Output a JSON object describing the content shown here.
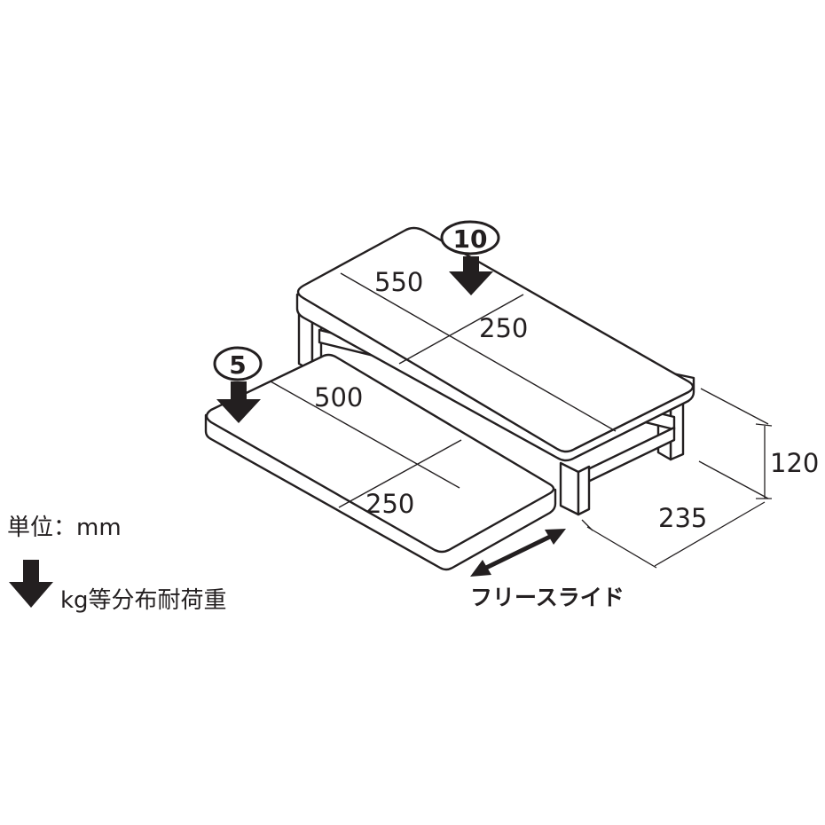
{
  "dimensions": {
    "top_length": "550",
    "top_depth": "250",
    "tray_length": "500",
    "tray_depth": "250",
    "height": "120",
    "base_depth": "235"
  },
  "loads": {
    "top": "10",
    "tray": "5"
  },
  "legend": {
    "unit": "単位：mm",
    "load_label": "kg等分布耐荷重"
  },
  "slide_label": "フリースライド",
  "colors": {
    "line": "#231f20",
    "fill": "#ffffff"
  }
}
